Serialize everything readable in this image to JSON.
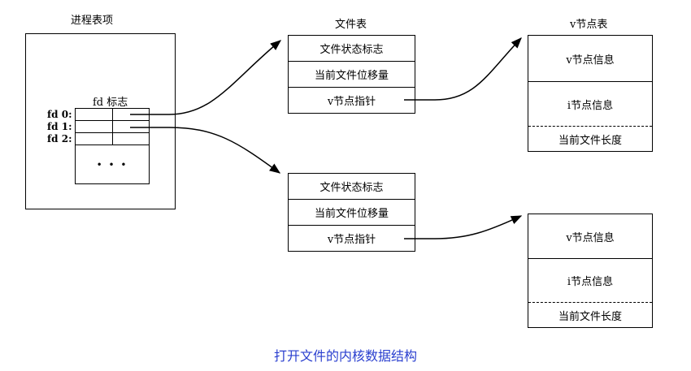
{
  "process_table": {
    "title": "进程表项",
    "fd_flags_label": "fd 标志",
    "fd_labels": [
      "fd 0:",
      "fd 1:",
      "fd 2:"
    ],
    "ellipsis": "• • •"
  },
  "file_table": {
    "title": "文件表",
    "entries": [
      {
        "status_flags": "文件状态标志",
        "offset": "当前文件位移量",
        "vnode_ptr": "v节点指针"
      },
      {
        "status_flags": "文件状态标志",
        "offset": "当前文件位移量",
        "vnode_ptr": "v节点指针"
      }
    ]
  },
  "vnode_table": {
    "title": "v节点表",
    "entries": [
      {
        "vnode_info": "v节点信息",
        "inode_info": "i节点信息",
        "file_length": "当前文件长度"
      },
      {
        "vnode_info": "v节点信息",
        "inode_info": "i节点信息",
        "file_length": "当前文件长度"
      }
    ]
  },
  "caption": "打开文件的内核数据结构",
  "caption_color": "#2a3fcf"
}
